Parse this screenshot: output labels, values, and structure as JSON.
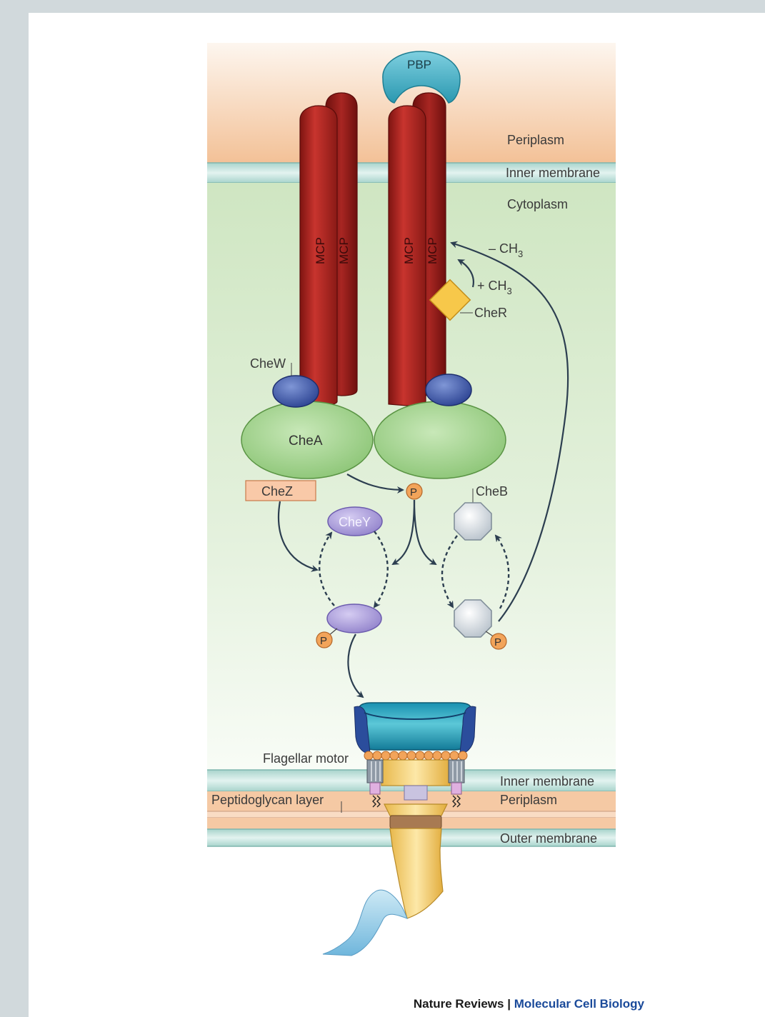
{
  "labels": {
    "pbp": "PBP",
    "periplasm_top": "Periplasm",
    "inner_membrane_top": "Inner membrane",
    "cytoplasm": "Cytoplasm",
    "mcp": "MCP",
    "minus_ch3_sign": "– CH",
    "plus_ch3_sign": "+ CH",
    "ch3_subscript": "3",
    "cher": "CheR",
    "chew": "CheW",
    "chea": "CheA",
    "chez": "CheZ",
    "phospho": "P",
    "cheb": "CheB",
    "chey": "CheY",
    "flagellar_motor": "Flagellar motor",
    "inner_membrane_bottom": "Inner membrane",
    "periplasm_bottom": "Periplasm",
    "peptidoglycan_layer": "Peptidoglycan layer",
    "outer_membrane": "Outer membrane"
  },
  "credit": {
    "journal": "Nature Reviews",
    "separator": " | ",
    "section": "Molecular Cell Biology"
  },
  "colors": {
    "periplasm": "#f4c8a0",
    "inner_membrane": "#bfe0da",
    "cytoplasm": "#d2e8c6",
    "mcp_receptor": "#b82a26",
    "chea": "#9dd08a",
    "chew": "#3f5aa8",
    "chey": "#a89ad6",
    "cheb": "#d6dce2",
    "cher": "#f7c84a",
    "chez": "#f7c8a6",
    "phosphate": "#f2a45a",
    "motor": "#1aa2b8",
    "filament": "#f5d27a"
  }
}
